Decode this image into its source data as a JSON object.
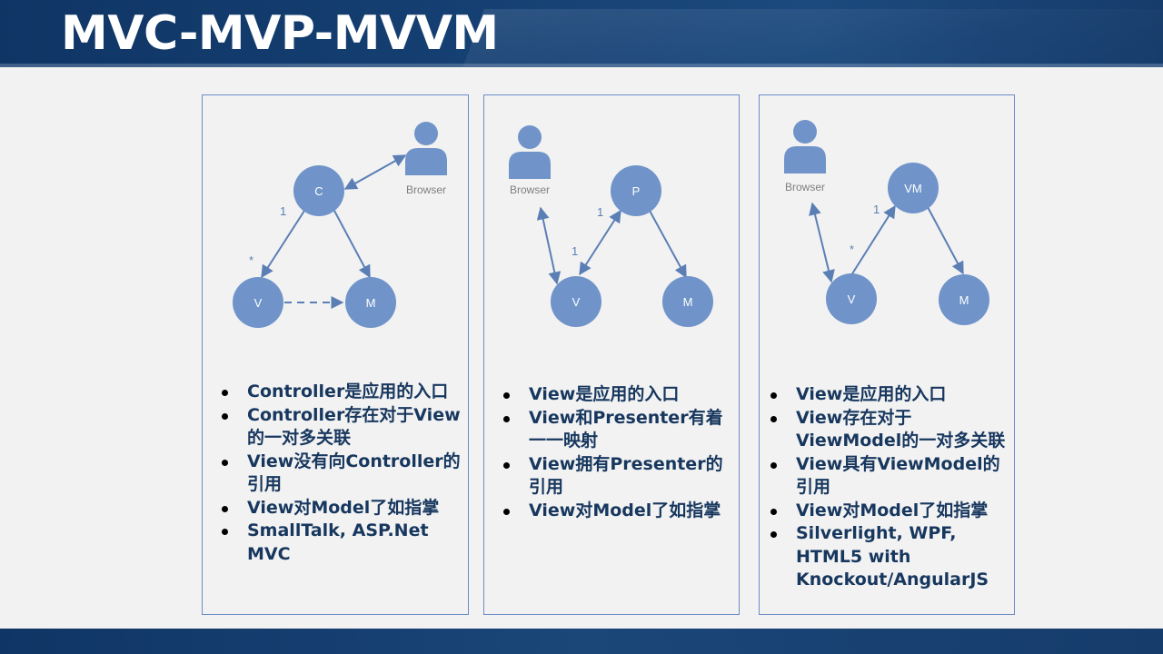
{
  "slide": {
    "title": "MVC-MVP-MVVM"
  },
  "colors": {
    "header_bg": "#164174",
    "title_text": "#ffffff",
    "panel_border": "#6a8cc6",
    "node_fill": "#7094c9",
    "arrow_color": "#5b7fb5",
    "bullet_text": "#17375e",
    "browser_label": "#7f7f7f"
  },
  "panels": {
    "mvc": {
      "diagram": {
        "browser_label": "Browser",
        "node_c": "C",
        "node_v": "V",
        "node_m": "M",
        "mult_one": "1",
        "mult_many": "*"
      },
      "bullets": [
        "Controller是应用的入口",
        "Controller存在对于View的一对多关联",
        "View没有向Controller的引用",
        "View对Model了如指掌",
        "SmallTalk, ASP.Net MVC"
      ]
    },
    "mvp": {
      "diagram": {
        "browser_label": "Browser",
        "node_p": "P",
        "node_v": "V",
        "node_m": "M",
        "mult_top": "1",
        "mult_bottom": "1"
      },
      "bullets": [
        "View是应用的入口",
        "View和Presenter有着一一映射",
        "View拥有Presenter的引用",
        "View对Model了如指掌"
      ]
    },
    "mvvm": {
      "diagram": {
        "browser_label": "Browser",
        "node_vm": "VM",
        "node_v": "V",
        "node_m": "M",
        "mult_one": "1",
        "mult_many": "*"
      },
      "bullets": [
        "View是应用的入口",
        "View存在对于ViewModel的一对多关联",
        "View具有ViewModel的引用",
        "View对Model了如指掌",
        "Silverlight, WPF, HTML5 with Knockout/AngularJS"
      ]
    }
  }
}
